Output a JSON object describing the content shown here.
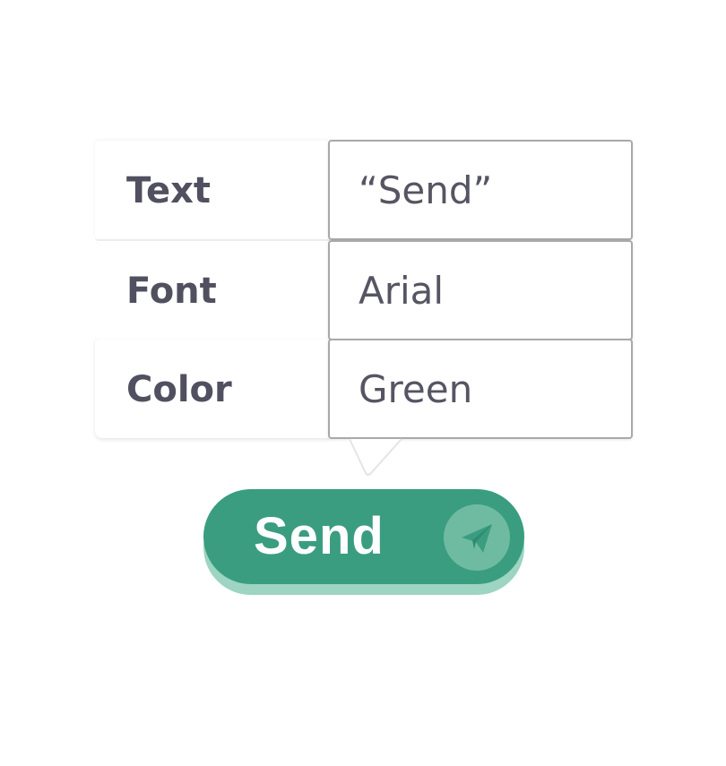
{
  "properties": [
    {
      "label": "Text",
      "value": "“Send”"
    },
    {
      "label": "Font",
      "value": "Arial"
    },
    {
      "label": "Color",
      "value": "Green"
    }
  ],
  "button": {
    "label": "Send",
    "icon": "paper-plane-icon",
    "color": "#3a9d80",
    "shadow_color": "#9dd4c2"
  }
}
